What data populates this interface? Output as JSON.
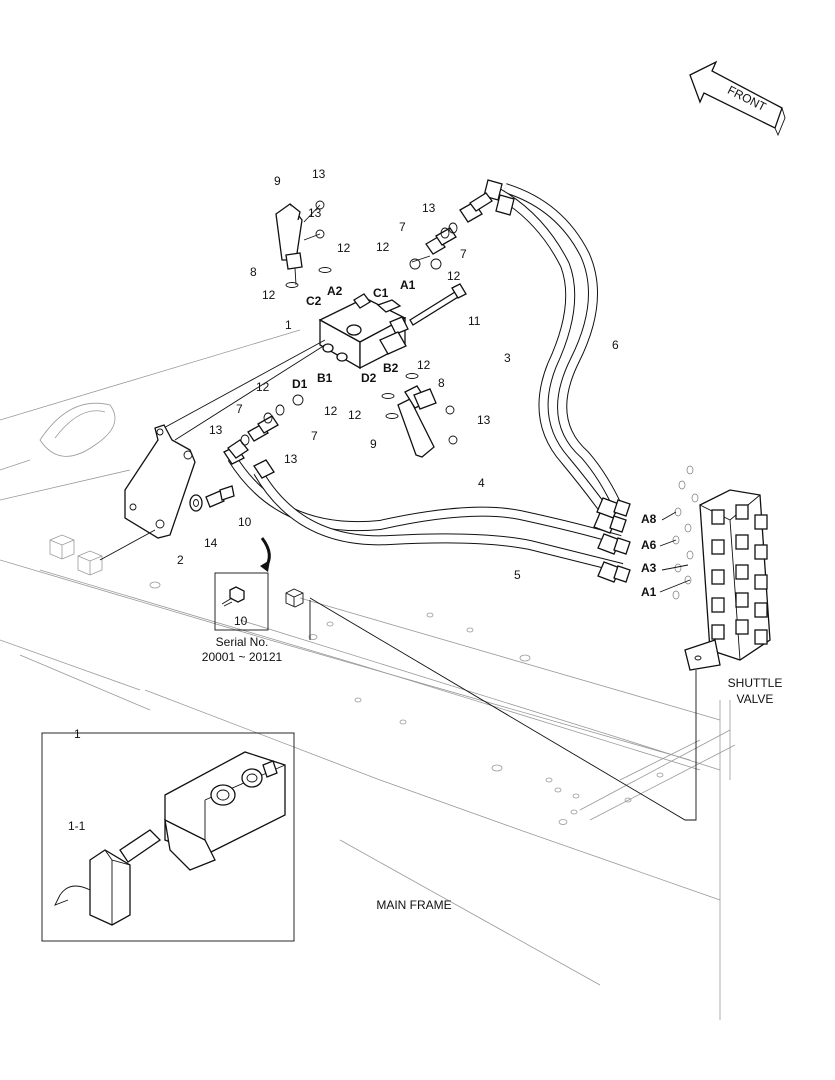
{
  "direction_label": "FRONT",
  "callouts": {
    "c1": "1",
    "c2": "2",
    "c3": "3",
    "c4": "4",
    "c5": "5",
    "c6": "6",
    "c7a": "7",
    "c7b": "7",
    "c7c": "7",
    "c7d": "7",
    "c8a": "8",
    "c8b": "8",
    "c9a": "9",
    "c9b": "9",
    "c10a": "10",
    "c10b": "10",
    "c11": "11",
    "c12a": "12",
    "c12b": "12",
    "c12c": "12",
    "c12d": "12",
    "c12e": "12",
    "c12f": "12",
    "c12g": "12",
    "c12h": "12",
    "c13a": "13",
    "c13b": "13",
    "c13c": "13",
    "c13d": "13",
    "c13e": "13",
    "c13f": "13",
    "c14": "14",
    "inset_1": "1",
    "inset_1_1": "1-1"
  },
  "ports": {
    "a2": "A2",
    "c1": "C1",
    "c2": "C2",
    "a1": "A1",
    "b1": "B1",
    "d2": "D2",
    "b2": "B2",
    "d1": "D1",
    "sv_a8": "A8",
    "sv_a6": "A6",
    "sv_a3": "A3",
    "sv_a1": "A1"
  },
  "serial": {
    "line1": "Serial No.",
    "line2": "20001 ~ 20121"
  },
  "shuttle_valve": {
    "line1": "SHUTTLE",
    "line2": "VALVE"
  },
  "main_frame": "MAIN FRAME"
}
